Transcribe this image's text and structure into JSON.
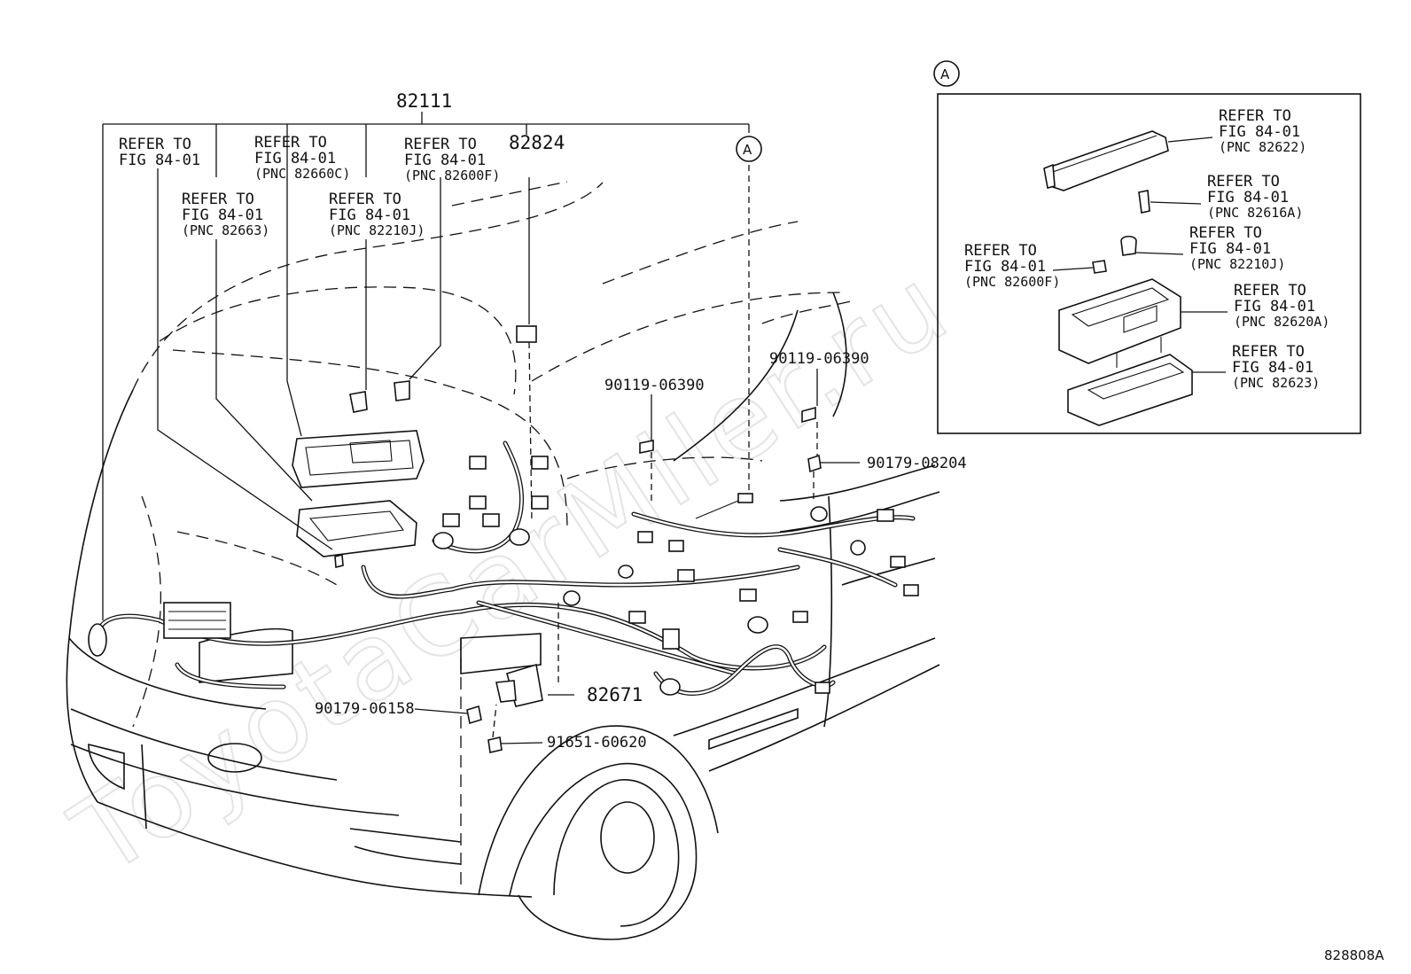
{
  "main_part_number": "82111",
  "callouts": {
    "c1": [
      "REFER TO",
      "FIG 84-01"
    ],
    "c2": [
      "REFER TO",
      "FIG 84-01",
      "(PNC 82660C)"
    ],
    "c3": [
      "REFER TO",
      "FIG 84-01",
      "(PNC 82600F)"
    ],
    "c4": [
      "REFER TO",
      "FIG 84-01",
      "(PNC 82663)"
    ],
    "c5": [
      "REFER TO",
      "FIG 84-01",
      "(PNC 82210J)"
    ]
  },
  "part_numbers": {
    "p82824": "82824",
    "p90119_a": "90119-06390",
    "p90119_b": "90119-06390",
    "p90179_08204": "90179-08204",
    "p82671": "82671",
    "p90179_06158": "90179-06158",
    "p91651": "91651-60620"
  },
  "detail_marker": "A",
  "detail": {
    "marker": "A",
    "callouts": {
      "d1": [
        "REFER TO",
        "FIG 84-01",
        "(PNC 82622)"
      ],
      "d2": [
        "REFER TO",
        "FIG 84-01",
        "(PNC 82616A)"
      ],
      "d3": [
        "REFER TO",
        "FIG 84-01",
        "(PNC 82210J)"
      ],
      "d4": [
        "REFER TO",
        "FIG 84-01",
        "(PNC 82600F)"
      ],
      "d5": [
        "REFER TO",
        "FIG 84-01",
        "(PNC 82620A)"
      ],
      "d6": [
        "REFER TO",
        "FIG 84-01",
        "(PNC 82623)"
      ]
    }
  },
  "watermark": "ToyotaCarMiler.ru",
  "diagram_code": "828808A"
}
